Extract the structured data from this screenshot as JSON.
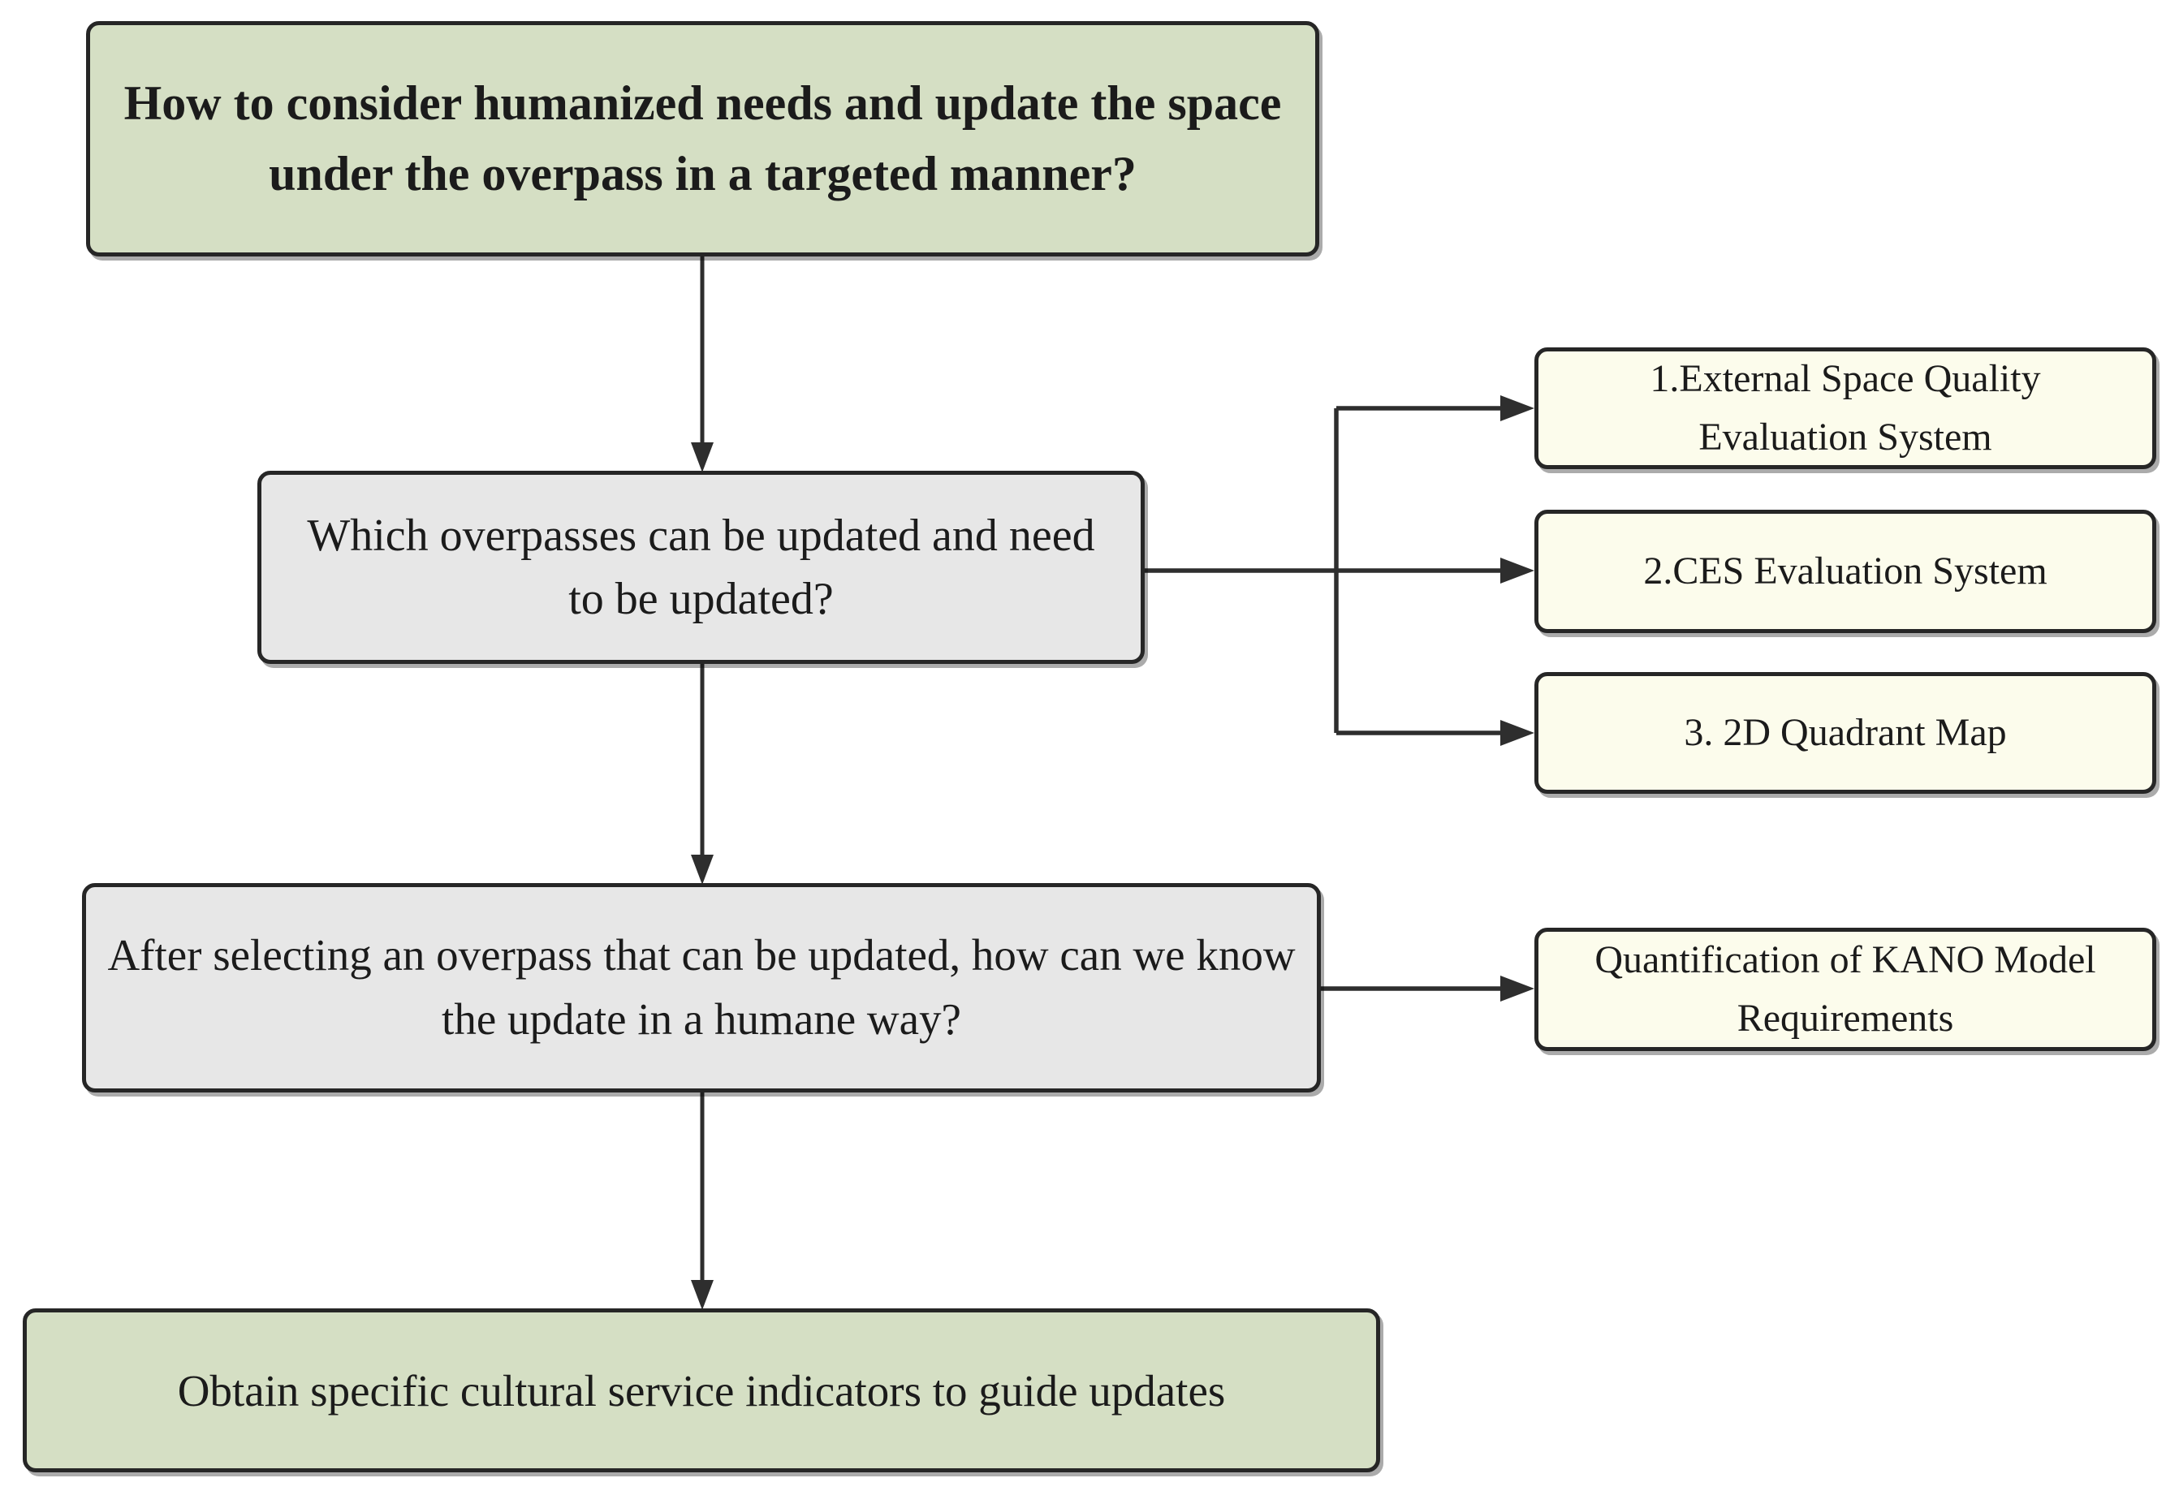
{
  "flowchart": {
    "top_question": "How to consider humanized needs and update the space under the overpass in a targeted manner?",
    "question_1": "Which overpasses can be updated and need to be updated?",
    "q1_methods": [
      {
        "label": "1.External Space Quality Evaluation System"
      },
      {
        "label": "2.CES Evaluation System"
      },
      {
        "label": "3. 2D Quadrant Map"
      }
    ],
    "question_2": "After selecting an overpass that can be updated, how can we know the update in a humane way?",
    "q2_method": {
      "label": "Quantification of KANO Model Requirements"
    },
    "outcome": "Obtain specific cultural service indicators to guide updates",
    "colors": {
      "question_fill": "#d5dfc4",
      "process_fill": "#e7e7e7",
      "method_fill": "#fcfcec",
      "border_color": "#262626",
      "line_color": "#2e2e2e",
      "text_color": "#1b1b1b"
    }
  }
}
